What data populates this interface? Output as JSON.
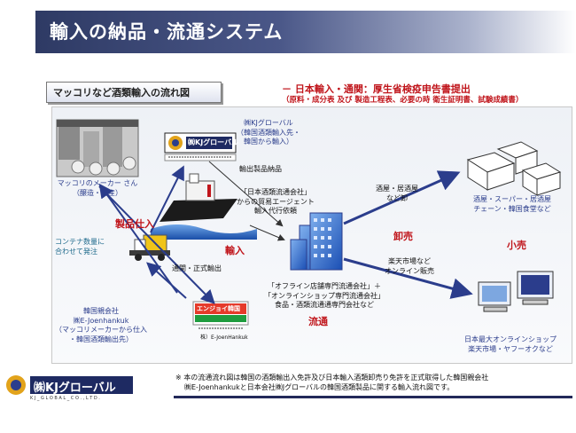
{
  "header": {
    "title": "輸入の納品・流通システム"
  },
  "subtitle": "マッコリなど酒類輸入の流れ図",
  "note": {
    "title": "－ 日本輸入・通関：厚生省検疫申告書提出",
    "detail": "（原料・成分表 及び 製造工程表、必要の時 衛生証明書、試験成績書）"
  },
  "logo_text": "㈱KJグローバル",
  "logo_sub": "K J _ G L O B A L _ C O . , L T D .",
  "ejoen_logo_text": "エンジョイ韓国",
  "ejoen_logo_label": "株）E-JoenHankuk",
  "nodes": {
    "maker": [
      "マッコリのメーカー さん",
      "（醸造・生産）"
    ],
    "kj": [
      "㈱KJグローバル",
      "（韓国酒類輸入先・",
      "韓国から輸入）"
    ],
    "export": [
      "韓国親会社",
      "㈱E-Joenhankuk",
      "（マッコリメーカーから仕入",
      "・韓国酒類輸出先）"
    ],
    "container": [
      "コンテナ数量に",
      "合わせて発注"
    ],
    "agent": [
      "「日本酒類流通会社」",
      "からの貿易エージェント",
      "輸入代行依頼"
    ],
    "delivery": "輸出製品納品",
    "customs": "通関・正式輸出",
    "distributor": [
      "「オフライン店舗専門流通会社」＋",
      "「オンラインショップ専門流通会社」",
      "食品・酒類流通通専門会社など"
    ],
    "izakaya_label": [
      "酒屋・居酒屋",
      "など卸"
    ],
    "rakuten_label": [
      "楽天市場など",
      "オンライン販売"
    ],
    "stores": [
      "酒屋・スーパー・居酒屋",
      "チェーン・韓国食堂など"
    ],
    "online": [
      "日本最大オンラインショップ",
      "楽天市場・ヤフーオクなど"
    ]
  },
  "labels": {
    "purchase": "製品仕入",
    "import": "輸入",
    "wholesale": "卸売",
    "retail": "小売",
    "distribution": "流通"
  },
  "footnote": [
    "※ 本の流通流れ図は韓国の酒類輸出入免許及び日本輸入酒類卸売り免許を正式取得した韓国親会社",
    "㈱E-Joenhankukと日本会社㈱Jグローバルの韓国酒類製品に関する輸入流れ図です。"
  ],
  "colors": {
    "accent_red": "#c0151b",
    "header_navy": "#2e3a64",
    "text_blue": "#2b3d8c"
  }
}
